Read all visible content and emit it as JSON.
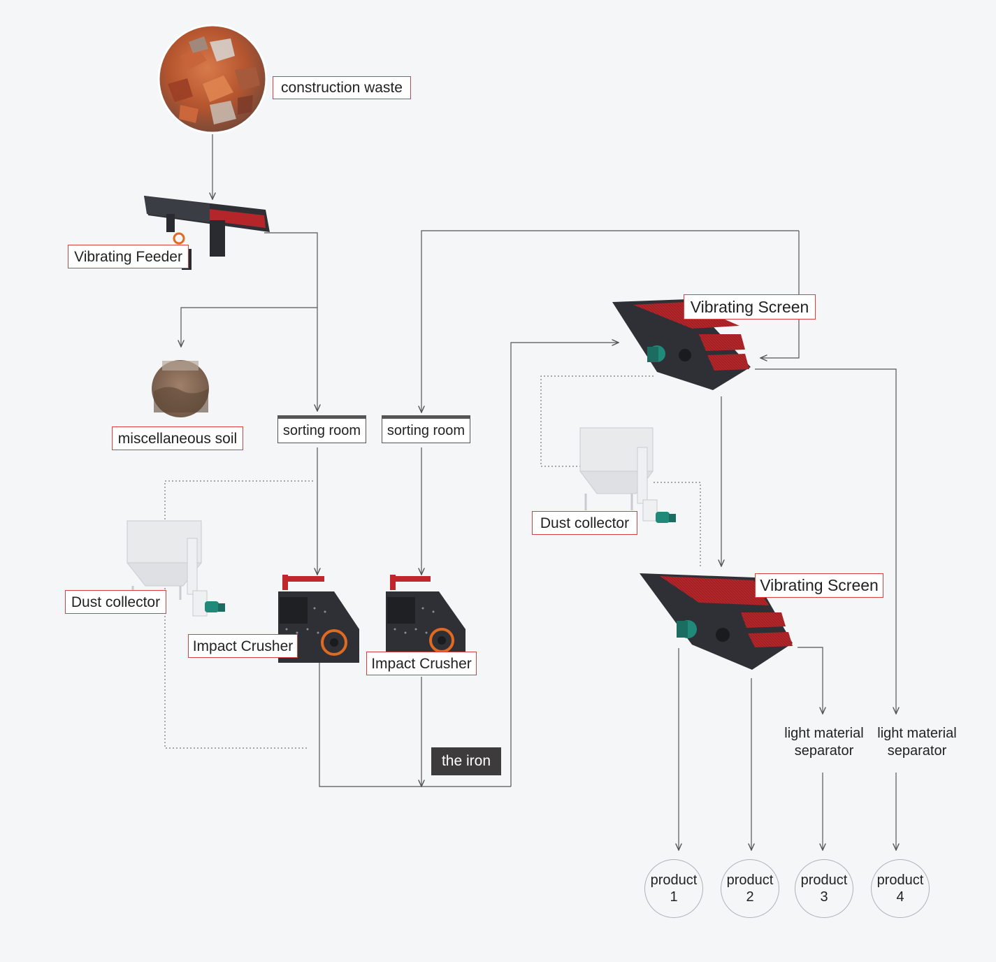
{
  "labels": {
    "construction_waste": "construction waste",
    "vibrating_feeder": "Vibrating Feeder",
    "miscellaneous_soil": "miscellaneous soil",
    "sorting_room_1": "sorting room",
    "sorting_room_2": "sorting room",
    "dust_collector_left": "Dust collector",
    "dust_collector_right": "Dust collector",
    "impact_crusher_1": "Impact Crusher",
    "impact_crusher_2": "Impact Crusher",
    "the_iron": "the iron",
    "vibrating_screen_top": "Vibrating Screen",
    "vibrating_screen_bottom": "Vibrating Screen",
    "separator_1_line1": "light material",
    "separator_1_line2": "separator",
    "separator_2_line1": "light material",
    "separator_2_line2": "separator"
  },
  "products": [
    {
      "label": "product",
      "number": "1"
    },
    {
      "label": "product",
      "number": "2"
    },
    {
      "label": "product",
      "number": "3"
    },
    {
      "label": "product",
      "number": "4"
    }
  ],
  "colors": {
    "accent_red": "#d9413f",
    "machine_dark": "#2f3036",
    "screen_red": "#b5262b",
    "line": "#555555",
    "background": "#f5f6f8"
  }
}
